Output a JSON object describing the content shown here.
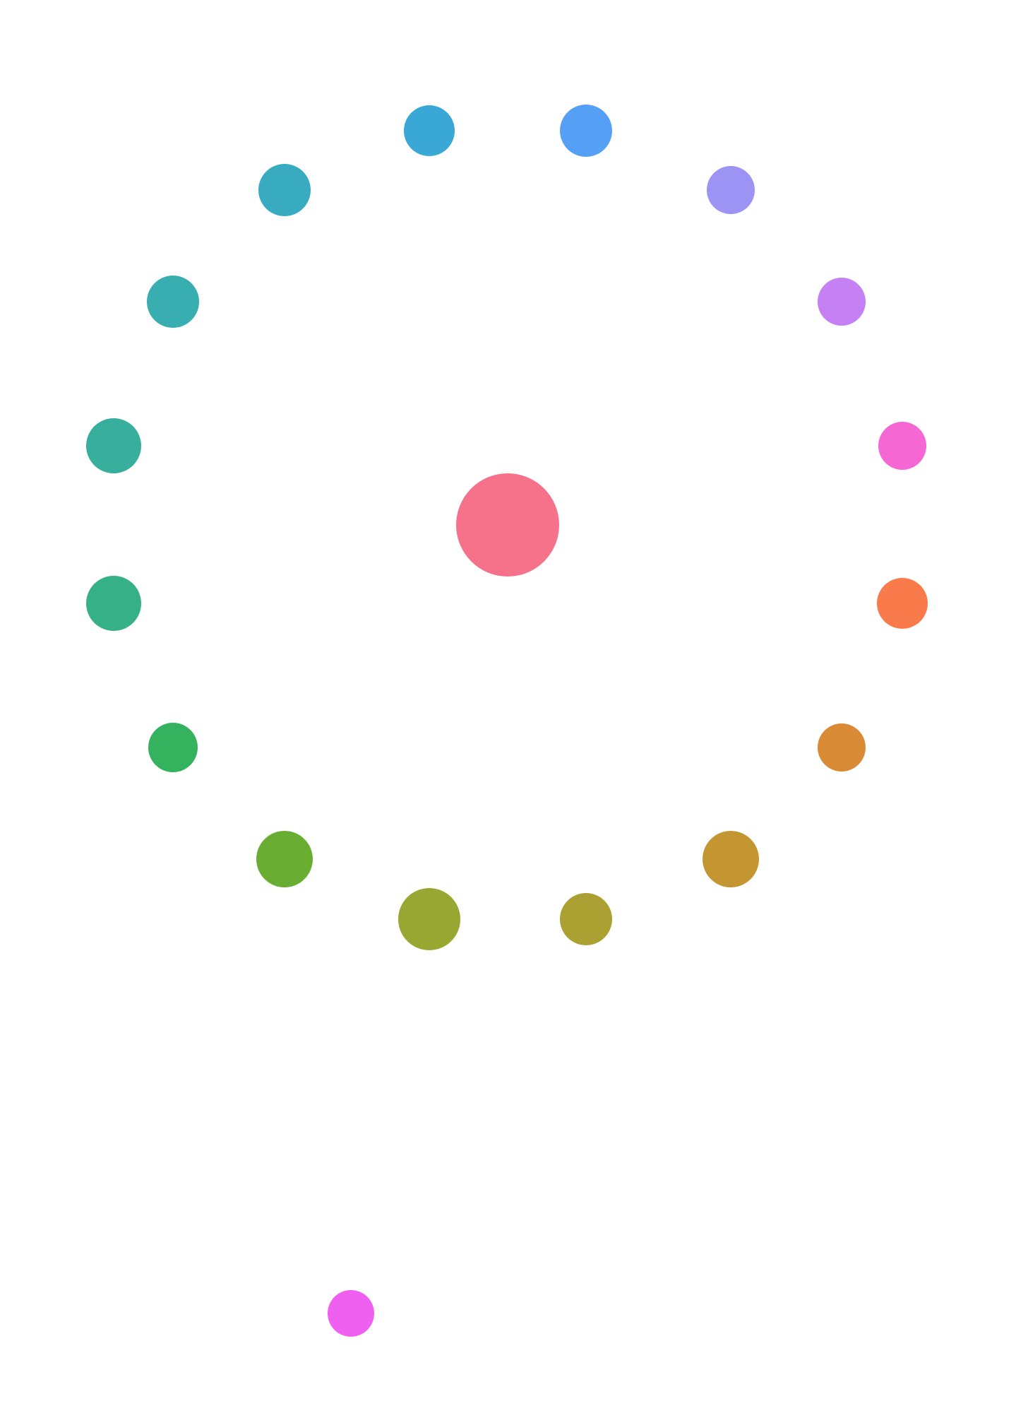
{
  "diagram": {
    "type": "radial-dot-layout",
    "center_node": {
      "id": "center",
      "color": "#f6718a"
    },
    "ring_nodes": [
      {
        "id": "n1",
        "color": "#3aa8d6"
      },
      {
        "id": "n2",
        "color": "#55a0f5"
      },
      {
        "id": "n3",
        "color": "#9d93f5"
      },
      {
        "id": "n4",
        "color": "#c580f3"
      },
      {
        "id": "n5",
        "color": "#f568d3"
      },
      {
        "id": "n6",
        "color": "#f97a4a"
      },
      {
        "id": "n7",
        "color": "#d98a35"
      },
      {
        "id": "n8",
        "color": "#c39632"
      },
      {
        "id": "n9",
        "color": "#aaa132"
      },
      {
        "id": "n10",
        "color": "#97a732"
      },
      {
        "id": "n11",
        "color": "#69ae32"
      },
      {
        "id": "n12",
        "color": "#34b25d"
      },
      {
        "id": "n13",
        "color": "#36b087"
      },
      {
        "id": "n14",
        "color": "#37af9c"
      },
      {
        "id": "n15",
        "color": "#38aeb0"
      },
      {
        "id": "n16",
        "color": "#38abc1"
      }
    ],
    "outlier_node": {
      "id": "outlier",
      "color": "#f060f0"
    }
  }
}
